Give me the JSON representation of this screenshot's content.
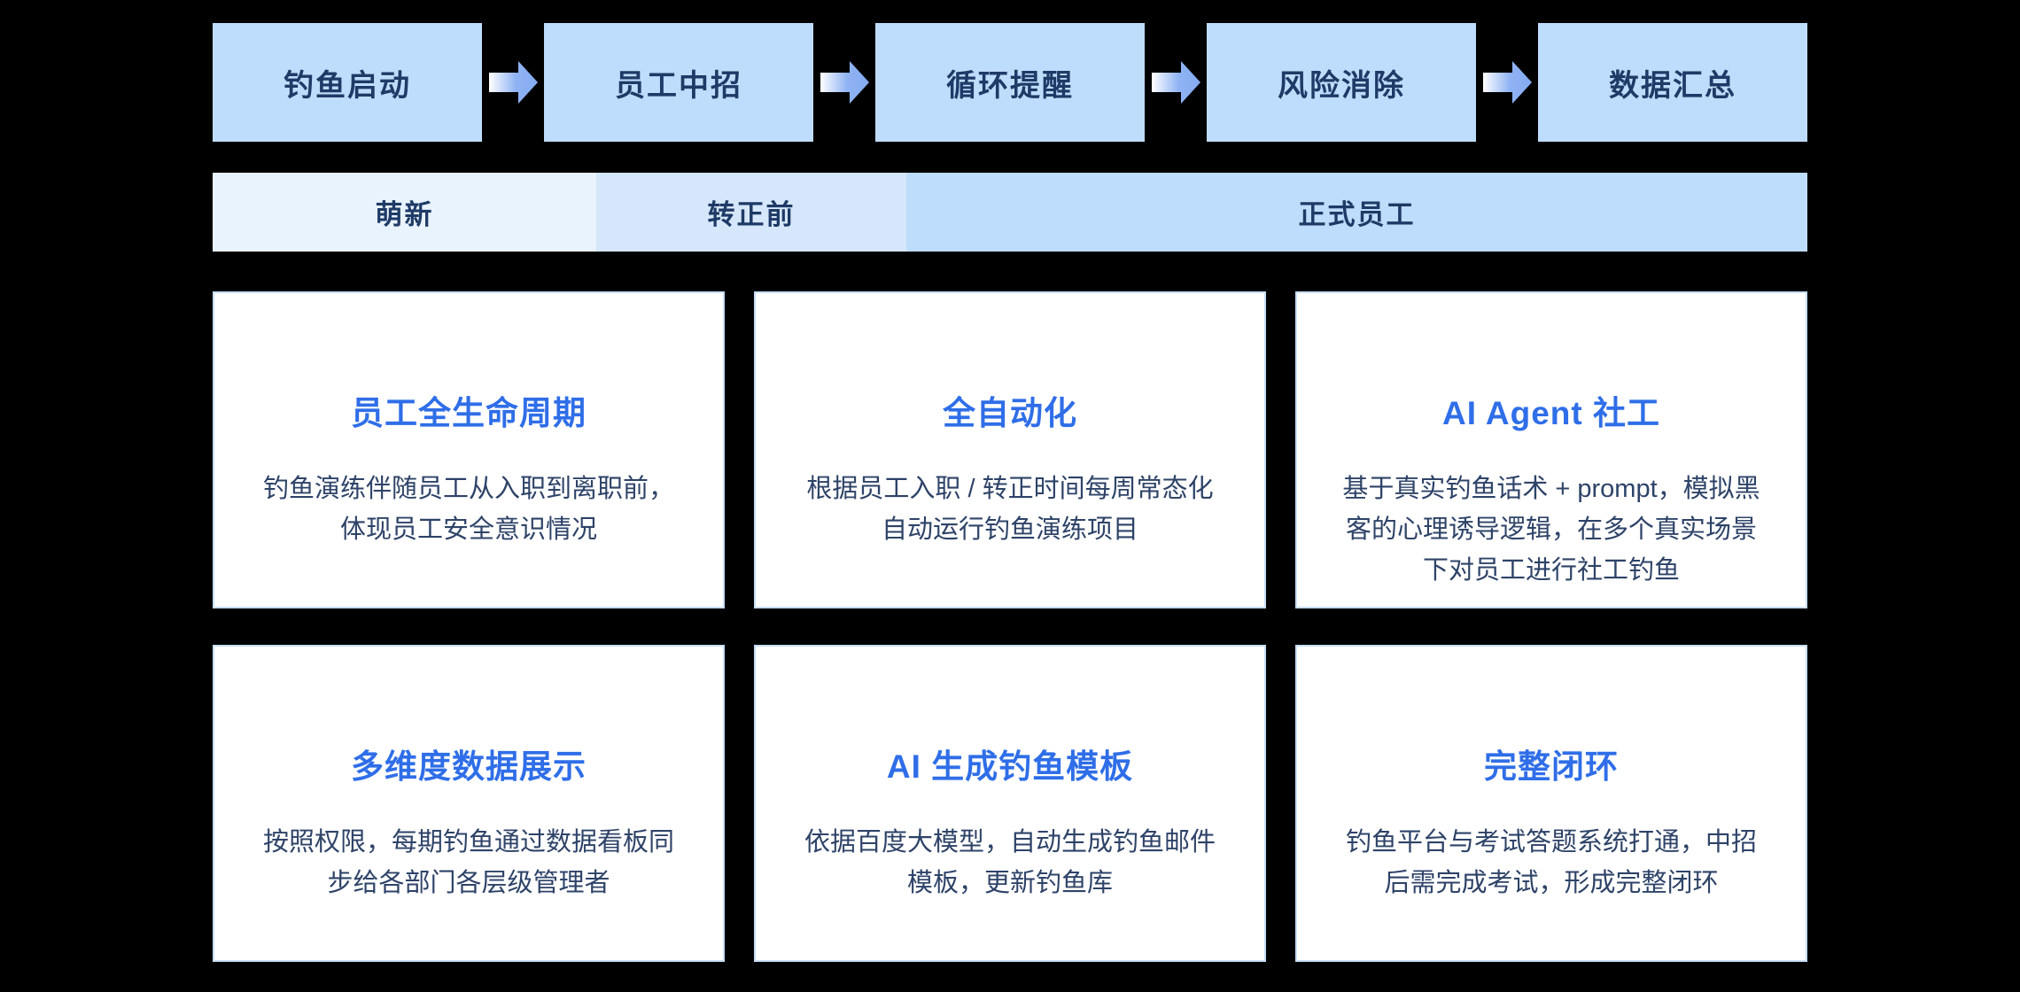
{
  "colors": {
    "background": "#000000",
    "flow_box_fill": "#BEDCFB",
    "flow_text": "#1E3A66",
    "arrow_gradient_start": "#FFFFFF",
    "arrow_gradient_end": "#85ABF1",
    "timeline_segment_colors": [
      "#E9F3FD",
      "#D6E7FB",
      "#BEDCFB"
    ],
    "card_background": "#FFFFFF",
    "card_border": "#C8DEF8",
    "card_title_accent": "#2F6EE8",
    "card_body_text": "#2E4368"
  },
  "flow": {
    "steps": [
      {
        "label": "钓鱼启动"
      },
      {
        "label": "员工中招"
      },
      {
        "label": "循环提醒"
      },
      {
        "label": "风险消除"
      },
      {
        "label": "数据汇总"
      }
    ]
  },
  "timeline": {
    "segments": [
      {
        "label": "萌新"
      },
      {
        "label": "转正前"
      },
      {
        "label": "正式员工"
      }
    ]
  },
  "cards": [
    {
      "title": "员工全生命周期",
      "body": [
        "钓鱼演练伴随员工从入职到离职前，",
        "体现员工安全意识情况"
      ]
    },
    {
      "title": "全自动化",
      "body": [
        "根据员工入职 / 转正时间每周常态化",
        "自动运行钓鱼演练项目"
      ]
    },
    {
      "title": "AI Agent 社工",
      "body": [
        "基于真实钓鱼话术 + prompt，模拟黑",
        "客的心理诱导逻辑，在多个真实场景",
        "下对员工进行社工钓鱼"
      ]
    },
    {
      "title": "多维度数据展示",
      "body": [
        "按照权限，每期钓鱼通过数据看板同",
        "步给各部门各层级管理者"
      ]
    },
    {
      "title": "AI 生成钓鱼模板",
      "body": [
        "依据百度大模型，自动生成钓鱼邮件",
        "模板，更新钓鱼库"
      ]
    },
    {
      "title": "完整闭环",
      "body": [
        "钓鱼平台与考试答题系统打通，中招",
        "后需完成考试，形成完整闭环"
      ]
    }
  ]
}
